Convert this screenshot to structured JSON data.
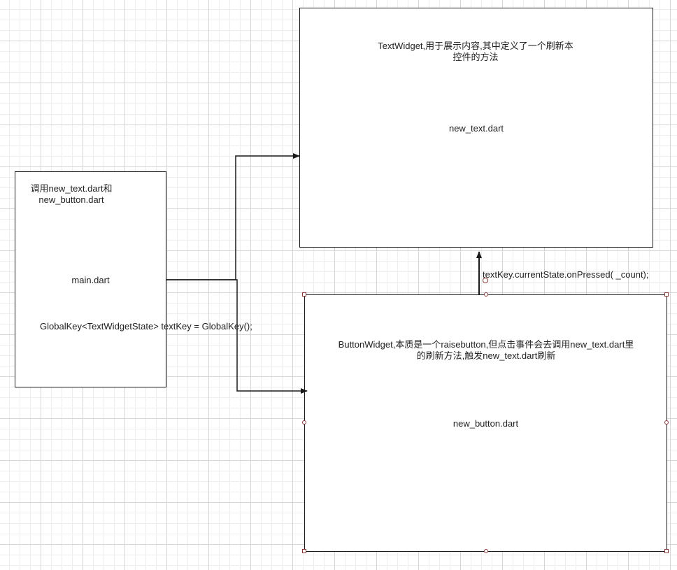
{
  "diagram": {
    "main_box": {
      "label": "main.dart",
      "note_lines": [
        "调用new_text.dart和",
        "new_button.dart"
      ],
      "code": "GlobalKey<TextWidgetState> textKey = GlobalKey();"
    },
    "text_box": {
      "label": "new_text.dart",
      "note_lines": [
        "TextWidget,用于展示内容,其中定义了一个刷新本",
        "控件的方法"
      ]
    },
    "button_box": {
      "label": "new_button.dart",
      "note_lines": [
        "ButtonWidget,本质是一个raisebutton,但点击事件会去调用new_text.dart里",
        "的刷新方法,触发new_text.dart刷新"
      ]
    },
    "edge_label": "textKey.currentState.onPressed(  _count);",
    "colors": {
      "stroke": "#1a1a1a",
      "handle": "#8b3a3a",
      "grid": "#d6d6d6"
    }
  }
}
